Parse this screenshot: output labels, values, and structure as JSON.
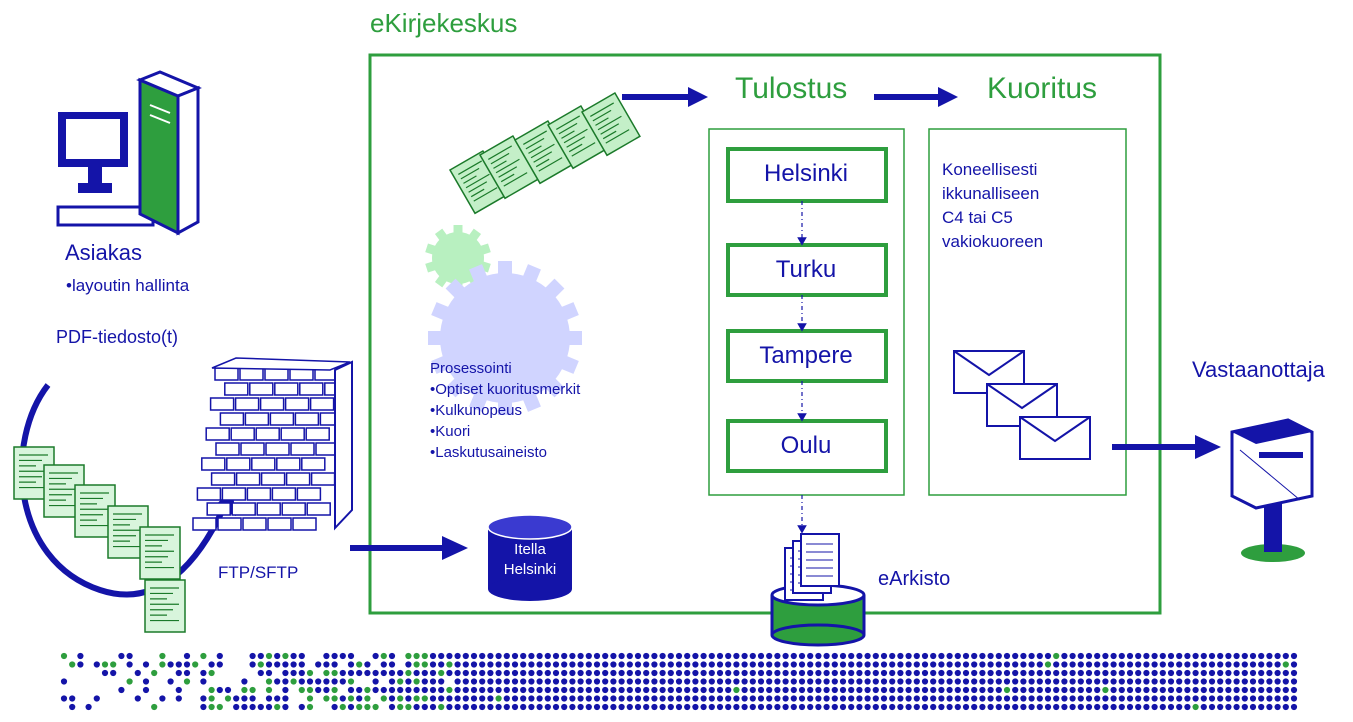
{
  "title": "eKirjekeskus",
  "stages": {
    "print": "Tulostus",
    "enveloping": "Kuoritus"
  },
  "client": {
    "label": "Asiakas",
    "bullet": "•layoutin hallinta"
  },
  "pdf_label": "PDF-tiedosto(t)",
  "transfer_label": "FTP/SFTP",
  "processing": {
    "title": "Prosessointi",
    "items": [
      "•Optiset kuoritusmerkit",
      "•Kulkunopeus",
      "•Kuori",
      "•Laskutusaineisto"
    ]
  },
  "database": {
    "line1": "Itella",
    "line2": "Helsinki"
  },
  "print_sites": [
    "Helsinki",
    "Turku",
    "Tampere",
    "Oulu"
  ],
  "enveloping_text": [
    "Koneellisesti",
    "ikkunalliseen",
    "C4 tai C5",
    "vakiokuoreen"
  ],
  "archive_label": "eArkisto",
  "recipient_label": "Vastaanottaja",
  "colors": {
    "green": "#2e9e3e",
    "navy": "#1414a8",
    "light_green": "#a8e8b0",
    "gear_lavender": "#c8ccff"
  }
}
